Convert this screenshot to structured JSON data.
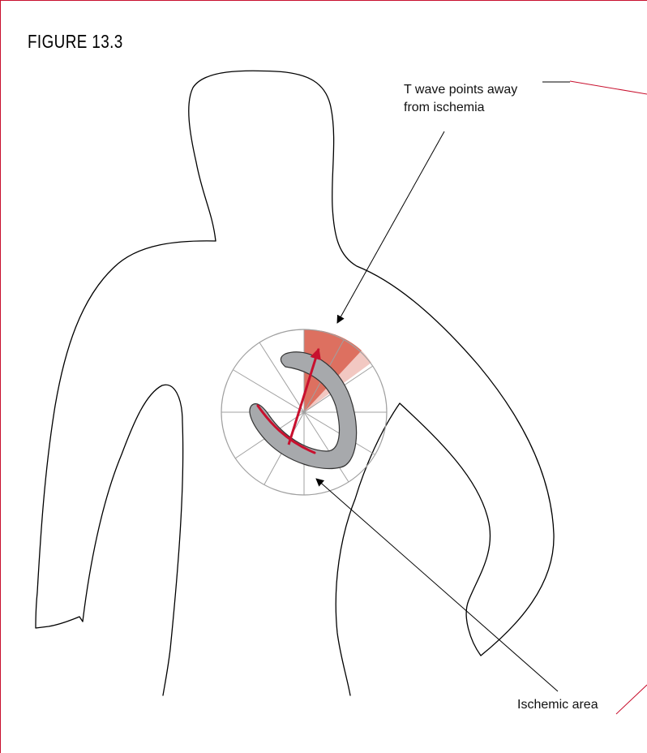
{
  "figure": {
    "title": "FIGURE 13.3"
  },
  "labels": {
    "t_wave_line1": "T wave points away",
    "t_wave_line2": "from ischemia",
    "ischemic_area": "Ischemic area"
  },
  "colors": {
    "frame": "#c8102e",
    "ischemic_sector": "#d9604f",
    "t_wave_vector": "#c8102e",
    "heart_fill": "#a7a9ac",
    "wheel_lines": "#a0a0a0"
  }
}
